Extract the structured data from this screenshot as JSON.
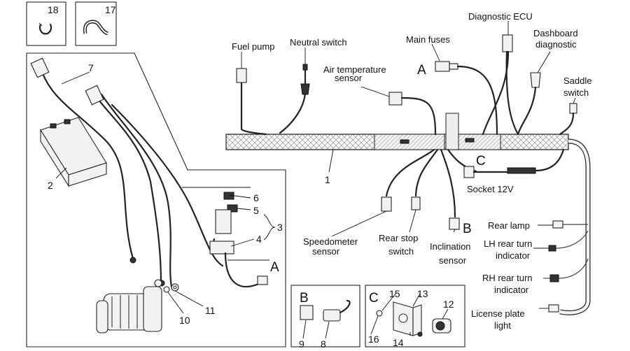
{
  "callouts": {
    "fuel_pump": "Fuel pump",
    "neutral_switch": "Neutral switch",
    "main_fuses": "Main fuses",
    "diagnostic_ecu": "Diagnostic ECU",
    "dashboard_diagnostic_1": "Dashboard",
    "dashboard_diagnostic_2": "diagnostic",
    "air_temp_1": "Air temperature",
    "air_temp_2": "sensor",
    "saddle_switch_1": "Saddle",
    "saddle_switch_2": "switch",
    "socket_12v": "Socket 12V",
    "rear_lamp": "Rear lamp",
    "lh_turn_1": "LH rear turn",
    "lh_turn_2": "indicator",
    "rh_turn_1": "RH rear turn",
    "rh_turn_2": "indicator",
    "license_1": "License plate",
    "license_2": "light",
    "speedometer_1": "Speedometer",
    "speedometer_2": "sensor",
    "rear_stop_1": "Rear stop",
    "rear_stop_2": "switch",
    "inclination_1": "Inclination",
    "inclination_2": "sensor"
  },
  "letters": {
    "a": "A",
    "b": "B",
    "c": "C"
  },
  "part_numbers": {
    "p1": "1",
    "p2": "2",
    "p3": "3",
    "p4": "4",
    "p5": "5",
    "p6": "6",
    "p7": "7",
    "p8": "8",
    "p9": "9",
    "p10": "10",
    "p11": "11",
    "p12": "12",
    "p13": "13",
    "p14": "14",
    "p15": "15",
    "p16": "16",
    "p17": "17",
    "p18": "18"
  }
}
